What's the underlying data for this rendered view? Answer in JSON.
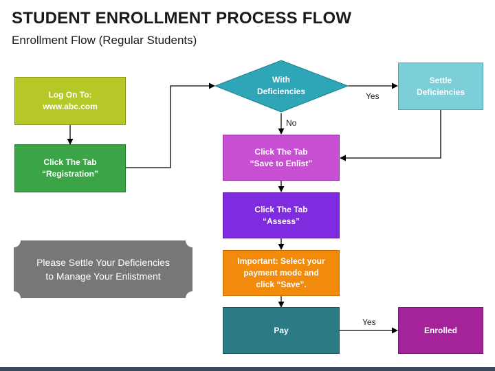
{
  "header": {
    "title": "STUDENT ENROLLMENT PROCESS FLOW",
    "subtitle": "Enrollment Flow (Regular Students)"
  },
  "nodes": {
    "logon": {
      "text": "Log On To:\nwww.abc.com",
      "color": "#b5c827"
    },
    "registration": {
      "text": "Click The Tab\n“Registration”",
      "color": "#3aa447"
    },
    "with_deficiencies": {
      "text": "With\nDeficiencies",
      "color": "#2fa6b8"
    },
    "settle_deficiencies": {
      "text": "Settle\nDeficiencies",
      "color": "#7ccfd8"
    },
    "save_to_enlist": {
      "text": "Click The Tab\n“Save to Enlist”",
      "color": "#c84ed3"
    },
    "assess": {
      "text": "Click The Tab\n“Assess”",
      "color": "#7f2be0"
    },
    "payment_mode": {
      "text": "Important: Select your\npayment mode and\nclick “Save”.",
      "color": "#f28a0c"
    },
    "pay": {
      "text": "Pay",
      "color": "#2b7a86"
    },
    "enrolled": {
      "text": "Enrolled",
      "color": "#a4239a"
    }
  },
  "edge_labels": {
    "yes_top": "Yes",
    "no": "No",
    "yes_bottom": "Yes"
  },
  "note": {
    "text": "Please Settle Your Deficiencies\nto Manage Your Enlistment",
    "color": "#777777"
  }
}
